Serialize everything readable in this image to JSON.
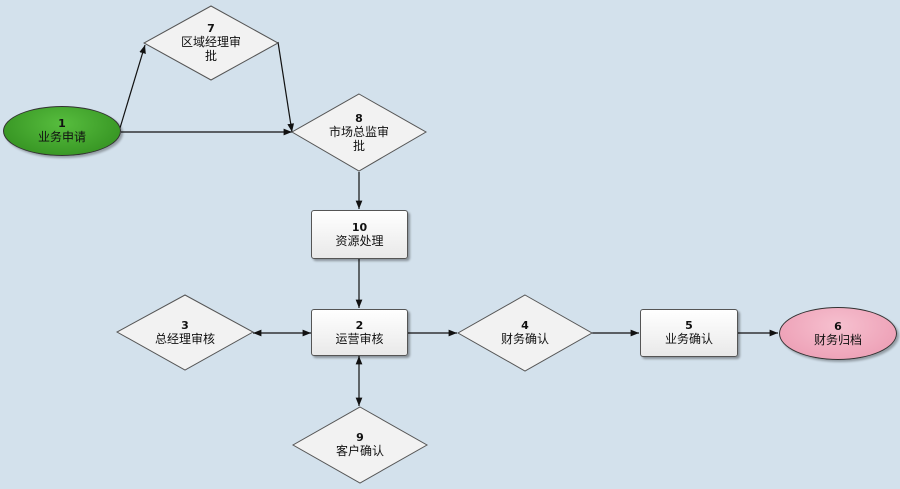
{
  "colors": {
    "background": "#d3e1ec",
    "start_fill": "#3f9e2b",
    "end_fill": "#f0a8bd",
    "shape_fill": "#f2f2f2",
    "line": "#111111"
  },
  "nodes": {
    "n1": {
      "num": "1",
      "label": "业务申请"
    },
    "n2": {
      "num": "2",
      "label": "运营审核"
    },
    "n3": {
      "num": "3",
      "label": "总经理审核"
    },
    "n4": {
      "num": "4",
      "label": "财务确认"
    },
    "n5": {
      "num": "5",
      "label": "业务确认"
    },
    "n6": {
      "num": "6",
      "label": "财务归档"
    },
    "n7": {
      "num": "7",
      "label_line1": "区域经理审",
      "label_line2": "批"
    },
    "n8": {
      "num": "8",
      "label_line1": "市场总监审",
      "label_line2": "批"
    },
    "n9": {
      "num": "9",
      "label": "客户确认"
    },
    "n10": {
      "num": "10",
      "label": "资源处理"
    }
  }
}
